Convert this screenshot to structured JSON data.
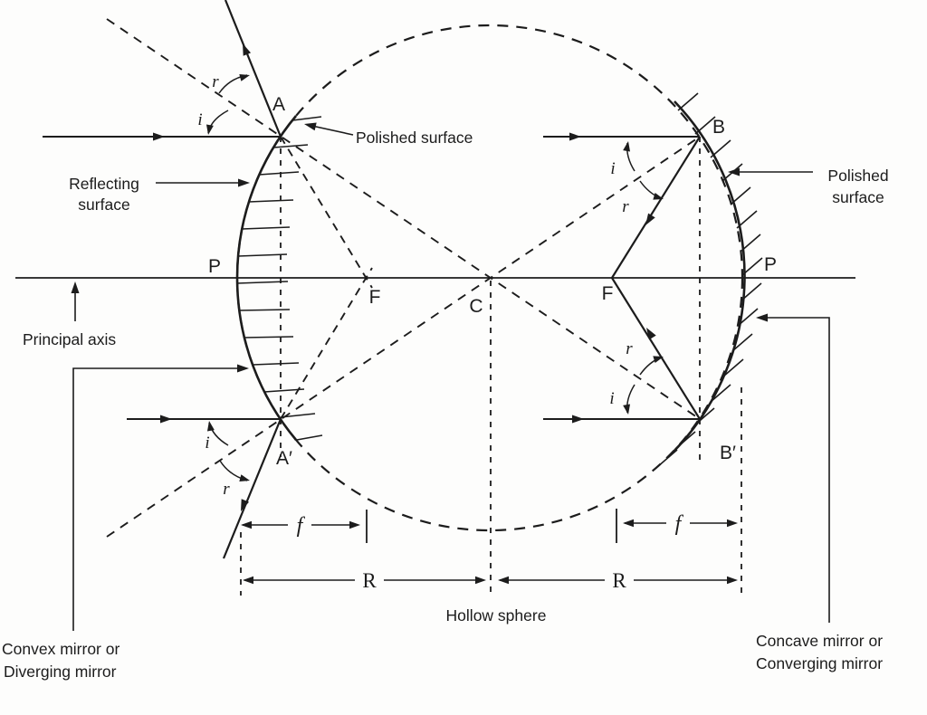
{
  "colors": {
    "ink": "#1c1c1c",
    "background": "#fdfdfc"
  },
  "labels": {
    "polished_surface_left": "Polished surface",
    "polished_surface_right_line1": "Polished",
    "polished_surface_right_line2": "surface",
    "reflecting_surface_line1": "Reflecting",
    "reflecting_surface_line2": "surface",
    "principal_axis": "Principal axis",
    "hollow_sphere": "Hollow sphere",
    "convex_caption_line1": "Convex mirror or",
    "convex_caption_line2": "Diverging mirror",
    "concave_caption_line1": "Concave mirror or",
    "concave_caption_line2": "Converging mirror"
  },
  "points": {
    "pole_left": "P",
    "pole_right": "P",
    "a": "A",
    "a_prime": "A′",
    "b": "B",
    "b_prime": "B′",
    "focus_left": "F",
    "focus_right": "F",
    "center": "C"
  },
  "angles": {
    "incidence": "i",
    "reflection": "r"
  },
  "dimensions": {
    "focal_length": "f",
    "radius": "R"
  }
}
